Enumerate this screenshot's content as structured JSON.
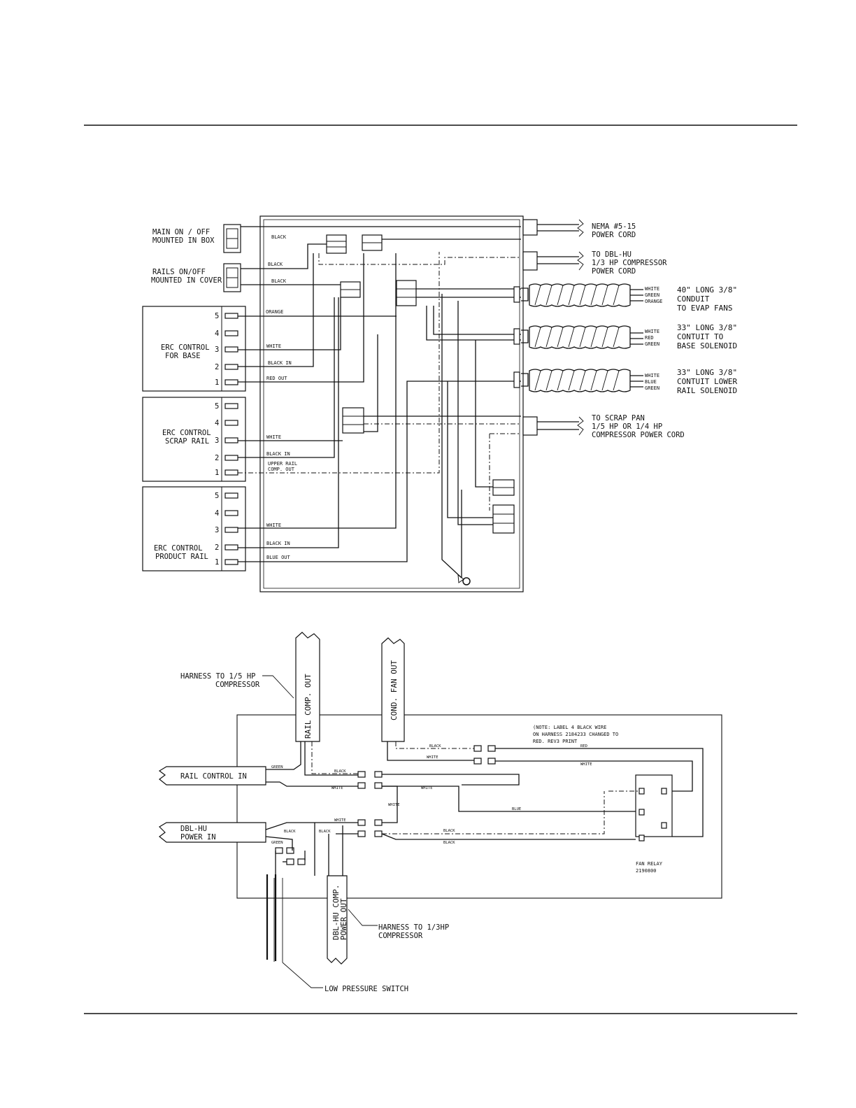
{
  "top_diagram": {
    "switches": {
      "main": [
        "MAIN ON / OFF",
        "MOUNTED IN BOX"
      ],
      "rails": [
        "RAILS ON/OFF",
        "MOUNTED IN COVER"
      ]
    },
    "erc_blocks": [
      {
        "title": [
          "ERC CONTROL",
          "FOR BASE"
        ],
        "pins": [
          "5",
          "4",
          "3",
          "2",
          "1"
        ]
      },
      {
        "title": [
          "ERC CONTROL",
          "SCRAP RAIL"
        ],
        "pins": [
          "5",
          "4",
          "3",
          "2",
          "1"
        ]
      },
      {
        "title": [
          "ERC CONTROL",
          "PRODUCT RAIL"
        ],
        "pins": [
          "5",
          "4",
          "3",
          "2",
          "1"
        ]
      }
    ],
    "wire_labels": {
      "black1": "BLACK",
      "black2": "BLACK",
      "black3": "BLACK",
      "orange": "ORANGE",
      "white_base": "WHITE",
      "black_in_base": "BLACK IN",
      "red_out": "RED OUT",
      "white_scrap": "WHITE",
      "black_in_scrap": "BLACK IN",
      "upper_rail": [
        "UPPER RAIL",
        "COMP. OUT"
      ],
      "white_product": "WHITE",
      "black_in_product": "BLACK IN",
      "blue_out": "BLUE OUT"
    },
    "outputs": {
      "nema": [
        "NEMA #5-15",
        "POWER CORD"
      ],
      "dblhu": [
        "TO DBL-HU",
        "1/3 HP COMPRESSOR",
        "POWER CORD"
      ],
      "scrap": [
        "TO SCRAP PAN",
        "1/5 HP OR 1/4 HP",
        "COMPRESSOR POWER CORD"
      ]
    },
    "conduits": [
      {
        "wires": [
          "WHITE",
          "GREEN",
          "ORANGE"
        ],
        "desc": [
          "40\" LONG 3/8\"",
          "CONDUIT",
          "TO EVAP FANS"
        ]
      },
      {
        "wires": [
          "WHITE",
          "RED",
          "GREEN"
        ],
        "desc": [
          "33\" LONG 3/8\"",
          "CONTUIT TO",
          "BASE SOLENOID"
        ]
      },
      {
        "wires": [
          "WHITE",
          "BLUE",
          "GREEN"
        ],
        "desc": [
          "33\" LONG 3/8\"",
          "CONTUIT LOWER",
          "RAIL SOLENOID"
        ]
      }
    ]
  },
  "bottom_diagram": {
    "harness_15": [
      "HARNESS TO 1/5 HP",
      "COMPRESSOR"
    ],
    "rail_comp_out": "RAIL COMP. OUT",
    "cond_fan_out": "COND. FAN OUT",
    "note": [
      "(NOTE:  LABEL 4 BLACK WIRE",
      "ON HARNESS 2184233 CHANGED TO",
      "RED.  REV3 PRINT"
    ],
    "rail_control_in": "RAIL CONTROL IN",
    "dblhu_power_in": [
      "DBL-HU",
      "POWER IN"
    ],
    "dblhu_comp_power_out": [
      "DBL-HU COMP.",
      "POWER OUT"
    ],
    "harness_13": [
      "HARNESS TO 1/3HP",
      "COMPRESSOR"
    ],
    "low_pressure": "LOW PRESSURE SWITCH",
    "fan_relay": [
      "FAN RELAY",
      "2190800"
    ],
    "small_labels": {
      "green": "GREEN",
      "black_a": "BLACK",
      "white_a": "WHITE",
      "white_b": "WHITE",
      "white_c": "WHITE",
      "blue": "BLUE",
      "white_d": "WHITE",
      "black_b": "BLACK",
      "black_c": "BLACK",
      "black_d": "BLACK",
      "green_b": "GREEN",
      "black_e": "BLACK",
      "white_e": "WHITE",
      "red": "RED",
      "white_f": "WHITE",
      "black_f": "BLACK"
    }
  }
}
